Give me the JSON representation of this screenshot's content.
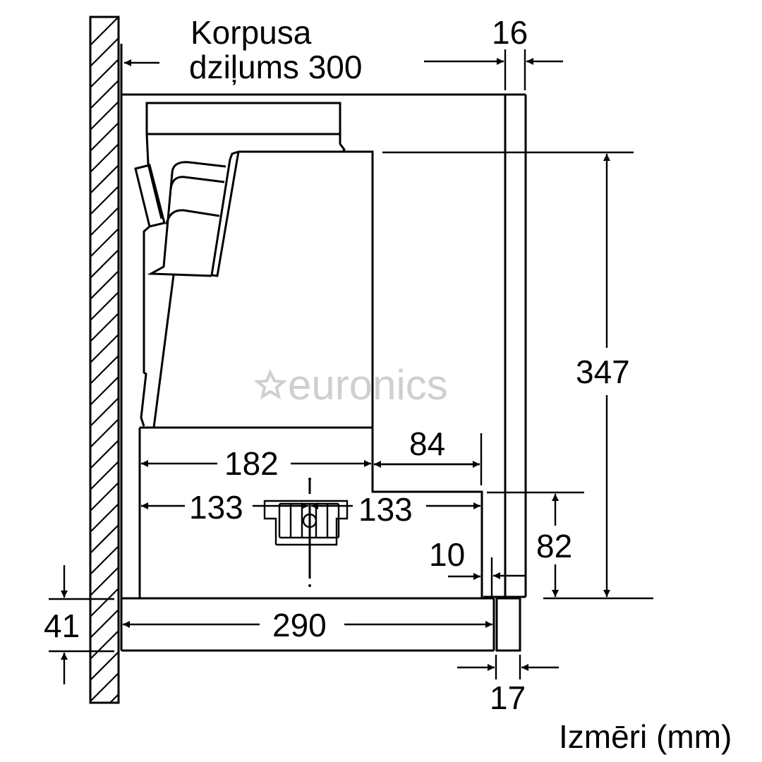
{
  "diagram": {
    "title_line1": "Korpusa",
    "title_line2": "dziļums 300",
    "units_caption": "Izmēri (mm)",
    "watermark": "euronics",
    "colors": {
      "line": "#000000",
      "watermark": "#cfcfcf",
      "background": "#ffffff"
    }
  },
  "dimensions": {
    "front_panel_width": "16",
    "total_height": "347",
    "body_depth": "182",
    "step_depth": "84",
    "left_to_center": "133",
    "center_to_right": "133",
    "front_gap": "10",
    "lower_height": "82",
    "base_depth": "290",
    "base_thickness": "41",
    "bottom_panel_width": "17"
  }
}
